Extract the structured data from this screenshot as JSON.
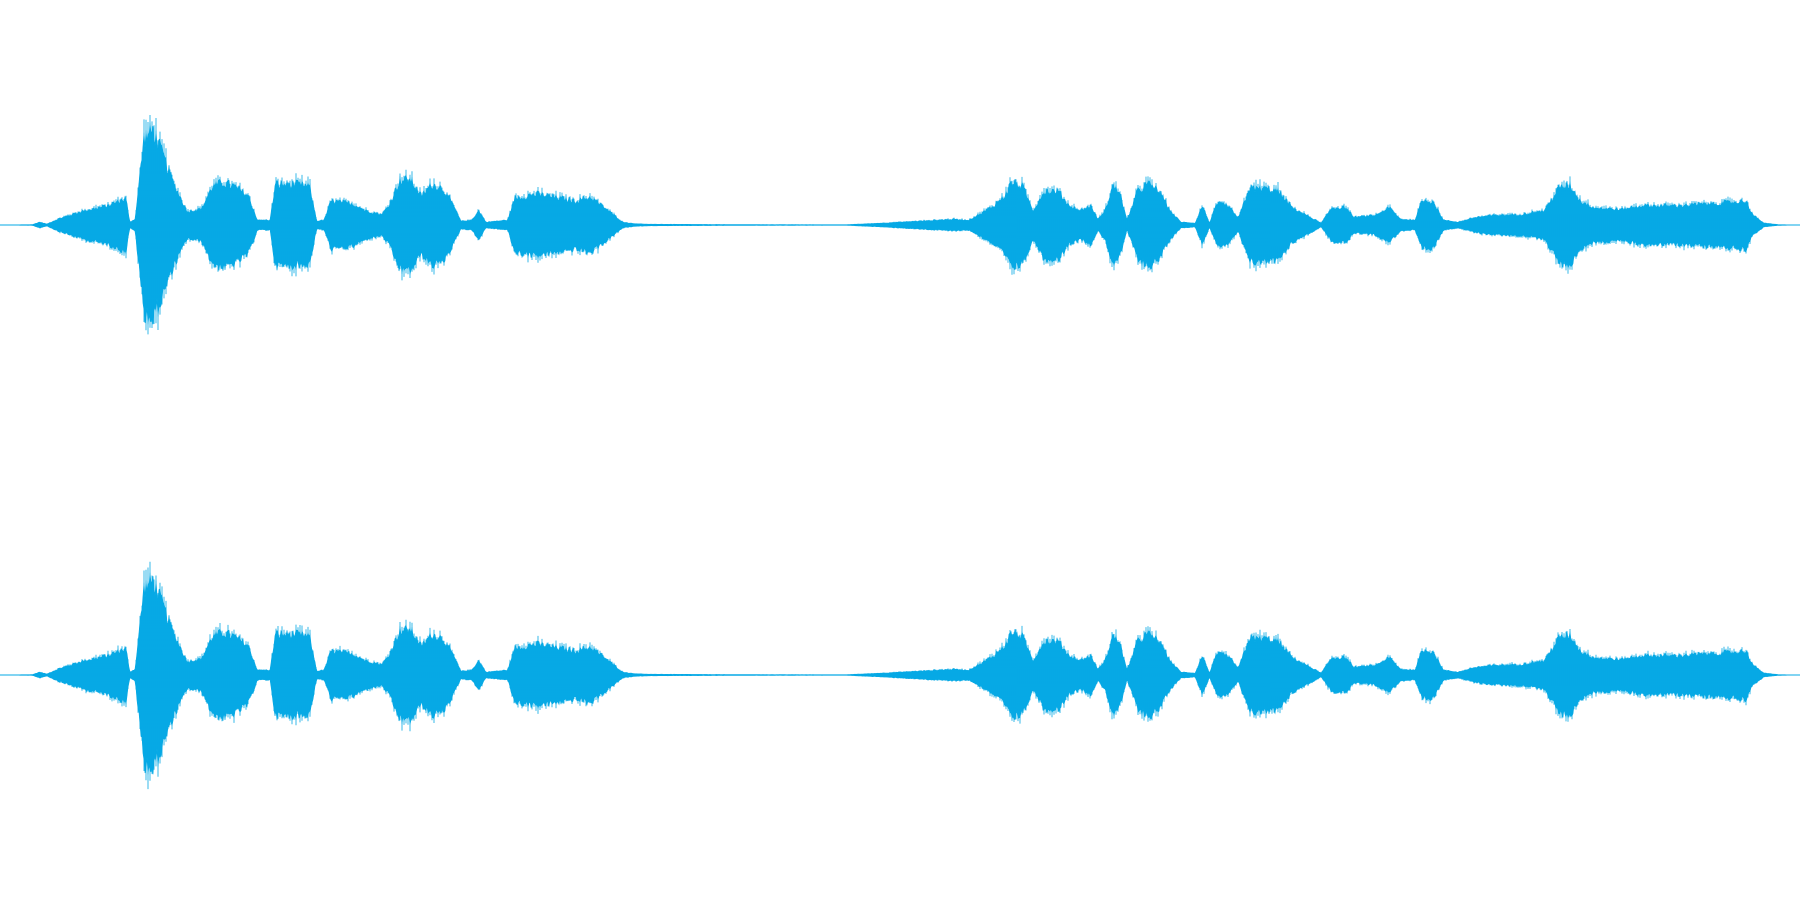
{
  "waveform": {
    "color": "#06a9e5",
    "background": "#ffffff",
    "channel_count": 2,
    "envelope": [
      [
        0.0,
        0.0
      ],
      [
        0.018,
        0.004
      ],
      [
        0.022,
        0.03
      ],
      [
        0.026,
        0.01
      ],
      [
        0.032,
        0.06
      ],
      [
        0.045,
        0.14
      ],
      [
        0.06,
        0.2
      ],
      [
        0.07,
        0.28
      ],
      [
        0.072,
        0.03
      ],
      [
        0.075,
        0.06
      ],
      [
        0.08,
        0.9
      ],
      [
        0.085,
        0.98
      ],
      [
        0.09,
        0.75
      ],
      [
        0.096,
        0.45
      ],
      [
        0.104,
        0.14
      ],
      [
        0.112,
        0.17
      ],
      [
        0.118,
        0.4
      ],
      [
        0.124,
        0.44
      ],
      [
        0.13,
        0.4
      ],
      [
        0.138,
        0.3
      ],
      [
        0.143,
        0.05
      ],
      [
        0.15,
        0.05
      ],
      [
        0.153,
        0.42
      ],
      [
        0.165,
        0.42
      ],
      [
        0.172,
        0.4
      ],
      [
        0.176,
        0.04
      ],
      [
        0.18,
        0.05
      ],
      [
        0.184,
        0.25
      ],
      [
        0.196,
        0.22
      ],
      [
        0.203,
        0.15
      ],
      [
        0.212,
        0.11
      ],
      [
        0.216,
        0.2
      ],
      [
        0.222,
        0.46
      ],
      [
        0.228,
        0.47
      ],
      [
        0.234,
        0.3
      ],
      [
        0.24,
        0.42
      ],
      [
        0.246,
        0.38
      ],
      [
        0.252,
        0.2
      ],
      [
        0.256,
        0.04
      ],
      [
        0.262,
        0.05
      ],
      [
        0.266,
        0.15
      ],
      [
        0.27,
        0.03
      ],
      [
        0.282,
        0.05
      ],
      [
        0.286,
        0.28
      ],
      [
        0.298,
        0.32
      ],
      [
        0.32,
        0.25
      ],
      [
        0.328,
        0.29
      ],
      [
        0.338,
        0.15
      ],
      [
        0.346,
        0.03
      ],
      [
        0.352,
        0.015
      ],
      [
        0.36,
        0.008
      ],
      [
        0.42,
        0.004
      ],
      [
        0.47,
        0.003
      ],
      [
        0.49,
        0.02
      ],
      [
        0.51,
        0.04
      ],
      [
        0.53,
        0.06
      ],
      [
        0.538,
        0.05
      ],
      [
        0.545,
        0.12
      ],
      [
        0.552,
        0.2
      ],
      [
        0.558,
        0.3
      ],
      [
        0.562,
        0.44
      ],
      [
        0.568,
        0.4
      ],
      [
        0.574,
        0.15
      ],
      [
        0.58,
        0.35
      ],
      [
        0.588,
        0.35
      ],
      [
        0.594,
        0.2
      ],
      [
        0.6,
        0.15
      ],
      [
        0.606,
        0.2
      ],
      [
        0.61,
        0.06
      ],
      [
        0.614,
        0.15
      ],
      [
        0.618,
        0.4
      ],
      [
        0.622,
        0.35
      ],
      [
        0.626,
        0.05
      ],
      [
        0.632,
        0.35
      ],
      [
        0.638,
        0.43
      ],
      [
        0.644,
        0.35
      ],
      [
        0.65,
        0.15
      ],
      [
        0.656,
        0.03
      ],
      [
        0.664,
        0.02
      ],
      [
        0.668,
        0.2
      ],
      [
        0.672,
        0.02
      ],
      [
        0.676,
        0.22
      ],
      [
        0.682,
        0.2
      ],
      [
        0.688,
        0.07
      ],
      [
        0.694,
        0.38
      ],
      [
        0.702,
        0.38
      ],
      [
        0.71,
        0.35
      ],
      [
        0.718,
        0.18
      ],
      [
        0.728,
        0.08
      ],
      [
        0.734,
        0.02
      ],
      [
        0.74,
        0.18
      ],
      [
        0.748,
        0.18
      ],
      [
        0.752,
        0.08
      ],
      [
        0.764,
        0.1
      ],
      [
        0.772,
        0.18
      ],
      [
        0.778,
        0.06
      ],
      [
        0.786,
        0.05
      ],
      [
        0.79,
        0.25
      ],
      [
        0.796,
        0.25
      ],
      [
        0.802,
        0.05
      ],
      [
        0.81,
        0.03
      ],
      [
        0.82,
        0.08
      ],
      [
        0.83,
        0.1
      ],
      [
        0.845,
        0.11
      ],
      [
        0.858,
        0.15
      ],
      [
        0.866,
        0.38
      ],
      [
        0.872,
        0.42
      ],
      [
        0.878,
        0.25
      ],
      [
        0.886,
        0.18
      ],
      [
        0.9,
        0.16
      ],
      [
        0.912,
        0.2
      ],
      [
        0.93,
        0.2
      ],
      [
        0.95,
        0.22
      ],
      [
        0.965,
        0.24
      ],
      [
        0.97,
        0.25
      ],
      [
        0.974,
        0.1
      ],
      [
        0.98,
        0.02
      ],
      [
        0.988,
        0.004
      ],
      [
        1.0,
        0.0
      ]
    ]
  }
}
